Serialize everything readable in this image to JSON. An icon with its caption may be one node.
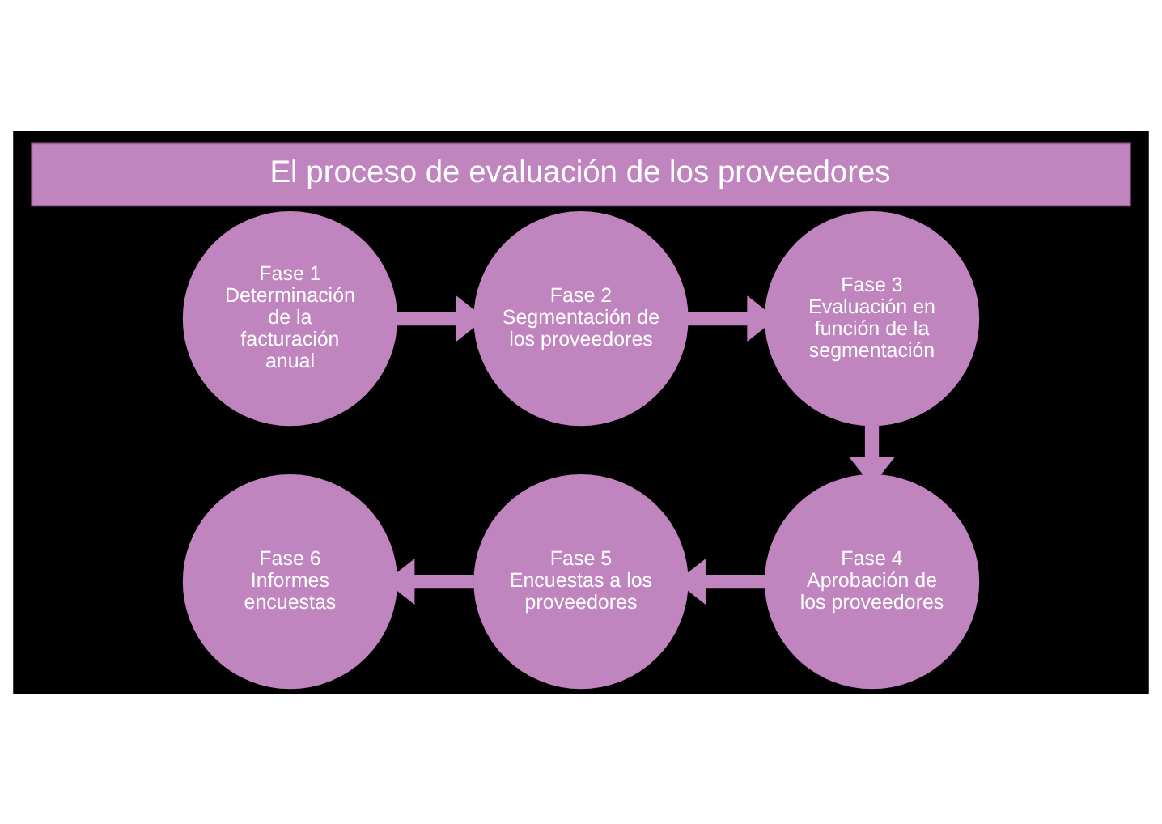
{
  "diagram": {
    "title": "El proceso de evaluación de los proveedores",
    "nodes": [
      {
        "text": [
          "Fase 1",
          "Determinación de la facturación anual"
        ]
      },
      {
        "text": [
          "Fase 2",
          "Segmentación de los proveedores"
        ]
      },
      {
        "text": [
          "Fase 3",
          "Evaluación en función de la segmentación"
        ]
      },
      {
        "text": [
          "Fase 4",
          "Aprobación de los proveedores"
        ]
      },
      {
        "text": [
          "Fase 5",
          "Encuestas a los proveedores"
        ]
      },
      {
        "text": [
          "Fase 6",
          "Informes encuestas"
        ]
      }
    ],
    "edges": [
      {
        "from": 0,
        "to": 1,
        "arrow": "to"
      },
      {
        "from": 1,
        "to": 2,
        "arrow": "to"
      },
      {
        "from": 2,
        "to": 3,
        "arrow": "to"
      },
      {
        "from": 3,
        "to": 4,
        "arrow": "to"
      },
      {
        "from": 4,
        "to": 5,
        "arrow": "to"
      }
    ]
  }
}
